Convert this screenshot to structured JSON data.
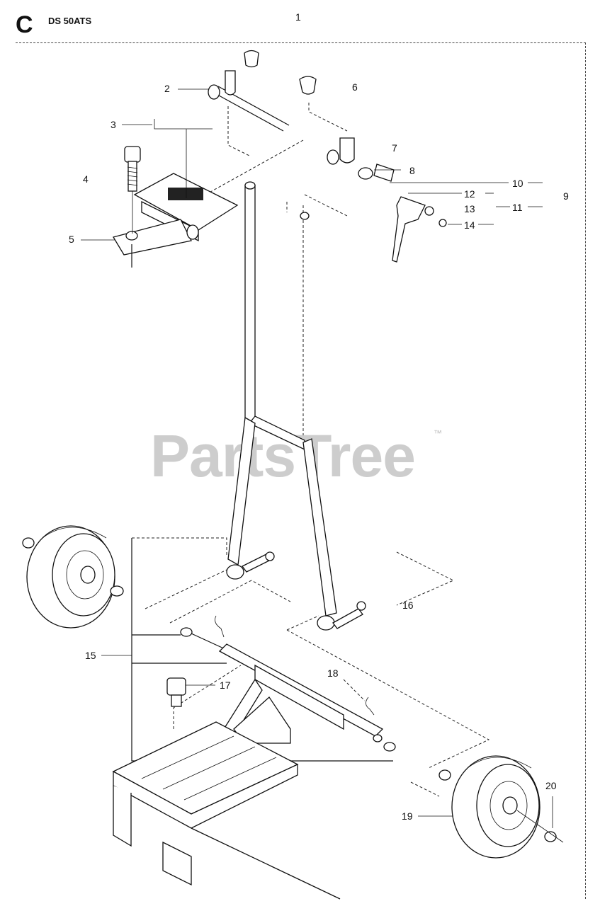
{
  "header": {
    "section_letter": "C",
    "model": "DS 50ATS",
    "page_number": "1"
  },
  "watermark": {
    "text": "PartsTree",
    "trademark": "™"
  },
  "callouts": [
    {
      "id": "2",
      "label": "2"
    },
    {
      "id": "3",
      "label": "3"
    },
    {
      "id": "4",
      "label": "4"
    },
    {
      "id": "5",
      "label": "5"
    },
    {
      "id": "6",
      "label": "6"
    },
    {
      "id": "7",
      "label": "7"
    },
    {
      "id": "8",
      "label": "8"
    },
    {
      "id": "9",
      "label": "9"
    },
    {
      "id": "10",
      "label": "10"
    },
    {
      "id": "11",
      "label": "11"
    },
    {
      "id": "12",
      "label": "12"
    },
    {
      "id": "13",
      "label": "13"
    },
    {
      "id": "14",
      "label": "14"
    },
    {
      "id": "15",
      "label": "15"
    },
    {
      "id": "16",
      "label": "16"
    },
    {
      "id": "17",
      "label": "17"
    },
    {
      "id": "18",
      "label": "18"
    },
    {
      "id": "19",
      "label": "19"
    },
    {
      "id": "20",
      "label": "20"
    }
  ]
}
